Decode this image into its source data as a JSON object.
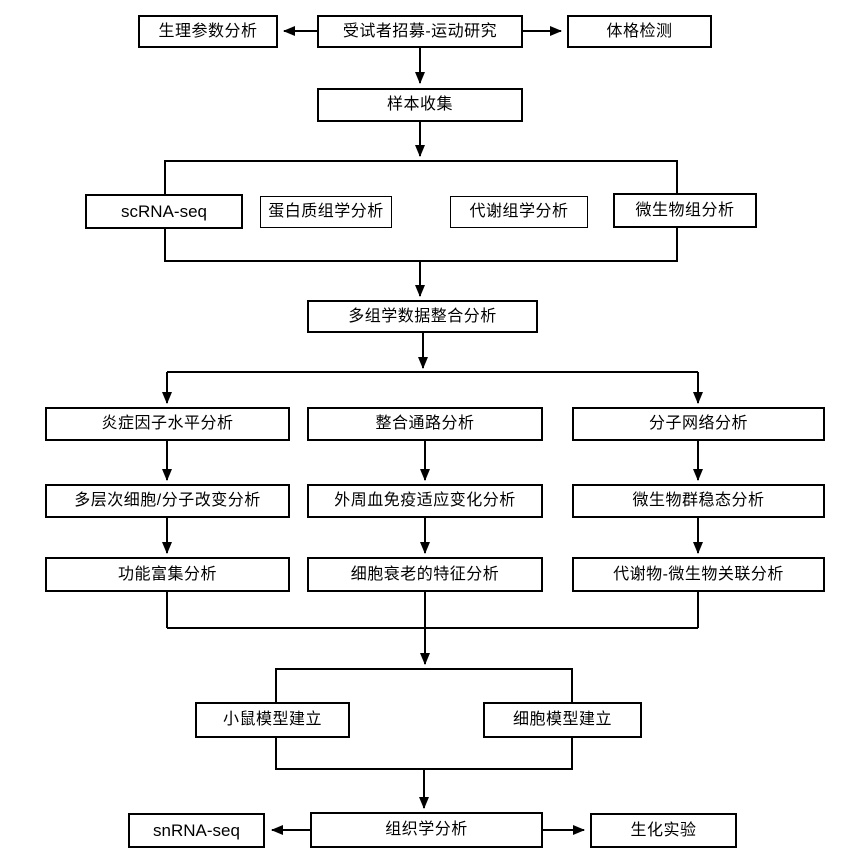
{
  "colors": {
    "background": "#ffffff",
    "box_fill": "#ffffff",
    "box_border": "#000000",
    "text": "#000000",
    "arrow": "#000000"
  },
  "nodes": {
    "physio": "生理参数分析",
    "recruit": "受试者招募-运动研究",
    "physical": "体格检测",
    "sample": "样本收集",
    "scrna": "scRNA-seq",
    "proteomics": "蛋白质组学分析",
    "metabolomics": "代谢组学分析",
    "microbiome": "微生物组分析",
    "integration": "多组学数据整合分析",
    "inflammation": "炎症因子水平分析",
    "pathway": "整合通路分析",
    "network": "分子网络分析",
    "multilevel": "多层次细胞/分子改变分析",
    "immune": "外周血免疫适应变化分析",
    "micro_homeostasis": "微生物群稳态分析",
    "enrichment": "功能富集分析",
    "senescence": "细胞衰老的特征分析",
    "metab_micro": "代谢物-微生物关联分析",
    "mouse_model": "小鼠模型建立",
    "cell_model": "细胞模型建立",
    "histology": "组织学分析",
    "snrna": "snRNA-seq",
    "biochem": "生化实验"
  },
  "edges": [
    {
      "from": "recruit",
      "to": "physio"
    },
    {
      "from": "recruit",
      "to": "physical"
    },
    {
      "from": "recruit",
      "to": "sample"
    },
    {
      "from": "sample",
      "to": "omics_group"
    },
    {
      "from": "omics_group",
      "to": "integration"
    },
    {
      "from": "integration",
      "to": "inflammation"
    },
    {
      "from": "integration",
      "to": "pathway"
    },
    {
      "from": "integration",
      "to": "network"
    },
    {
      "from": "inflammation",
      "to": "multilevel"
    },
    {
      "from": "pathway",
      "to": "immune"
    },
    {
      "from": "network",
      "to": "micro_homeostasis"
    },
    {
      "from": "multilevel",
      "to": "enrichment"
    },
    {
      "from": "immune",
      "to": "senescence"
    },
    {
      "from": "micro_homeostasis",
      "to": "metab_micro"
    },
    {
      "from": "analysis_columns",
      "to": "model_group"
    },
    {
      "from": "model_group",
      "to": "histology"
    },
    {
      "from": "histology",
      "to": "snrna"
    },
    {
      "from": "histology",
      "to": "biochem"
    }
  ]
}
